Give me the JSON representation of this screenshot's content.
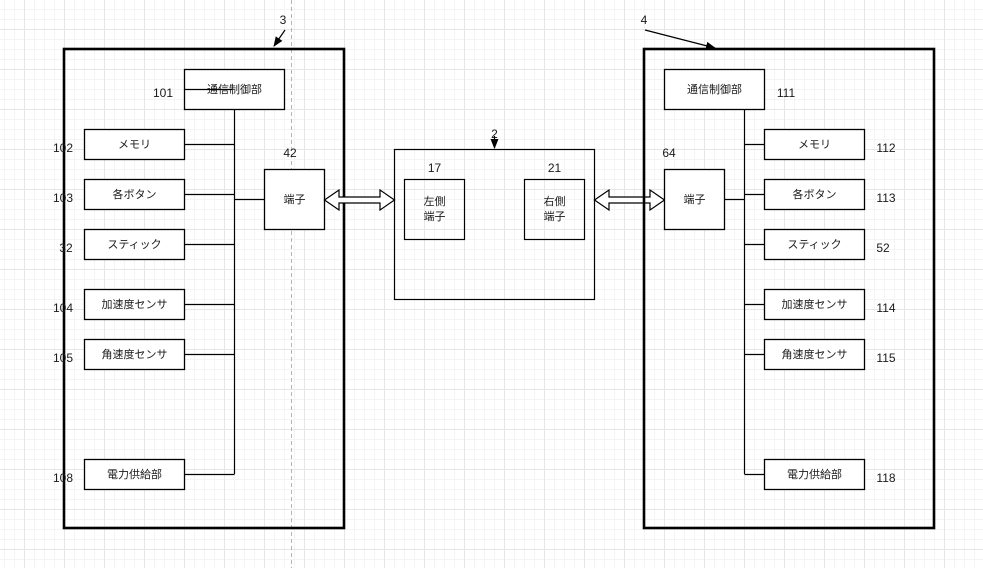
{
  "diagram": {
    "device_left": {
      "ref": "3",
      "controller": {
        "label": "通信制御部",
        "ref": "101"
      },
      "terminal": {
        "label": "端子",
        "ref": "42"
      },
      "components": [
        {
          "label": "メモリ",
          "ref": "102"
        },
        {
          "label": "各ボタン",
          "ref": "103"
        },
        {
          "label": "スティック",
          "ref": "32"
        },
        {
          "label": "加速度センサ",
          "ref": "104"
        },
        {
          "label": "角速度センサ",
          "ref": "105"
        },
        {
          "label": "電力供給部",
          "ref": "108"
        }
      ]
    },
    "main_unit": {
      "ref": "2",
      "left_terminal": {
        "label_line1": "左側",
        "label_line2": "端子",
        "ref": "17"
      },
      "right_terminal": {
        "label_line1": "右側",
        "label_line2": "端子",
        "ref": "21"
      }
    },
    "device_right": {
      "ref": "4",
      "controller": {
        "label": "通信制御部",
        "ref": "111"
      },
      "terminal": {
        "label": "端子",
        "ref": "64"
      },
      "components": [
        {
          "label": "メモリ",
          "ref": "112"
        },
        {
          "label": "各ボタン",
          "ref": "113"
        },
        {
          "label": "スティック",
          "ref": "52"
        },
        {
          "label": "加速度センサ",
          "ref": "114"
        },
        {
          "label": "角速度センサ",
          "ref": "115"
        },
        {
          "label": "電力供給部",
          "ref": "118"
        }
      ]
    }
  }
}
